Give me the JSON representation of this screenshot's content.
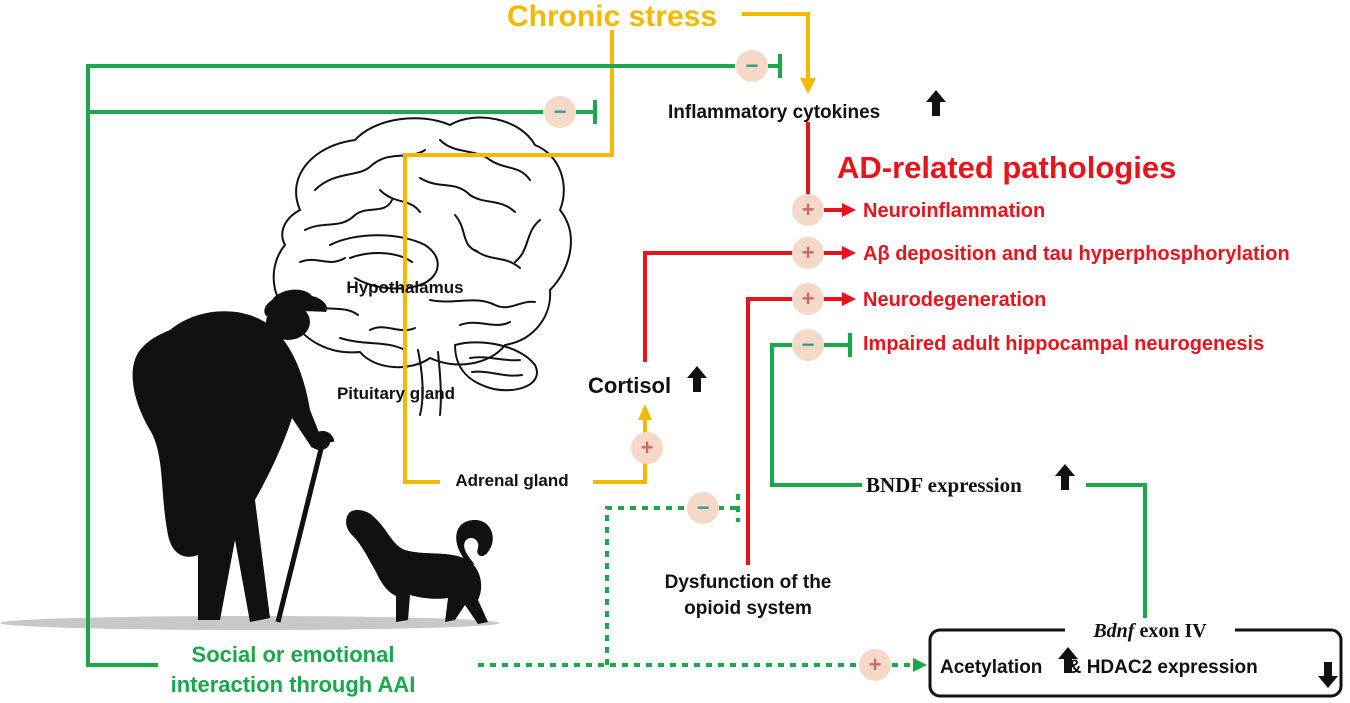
{
  "labels": {
    "chronic_stress": "Chronic stress",
    "inflammatory_cytokines": "Inflammatory cytokines",
    "ad_title": "AD-related pathologies",
    "neuroinflammation": "Neuroinflammation",
    "abeta_tau": "Aβ deposition and tau hyperphosphorylation",
    "neurodegeneration": "Neurodegeneration",
    "impaired_neurogenesis": "Impaired adult hippocampal neurogenesis",
    "hypothalamus": "Hypothalamus",
    "pituitary": "Pituitary  gland",
    "adrenal": "Adrenal  gland",
    "cortisol": "Cortisol",
    "bndf_expression": "BNDF expression",
    "opioid_line1": "Dysfunction of the",
    "opioid_line2": "opioid system",
    "bdnf_gene": "Bdnf",
    "bdnf_exon": " exon IV",
    "acetylation": "Acetylation",
    "hdac2": " & HDAC2 expression",
    "social_line1": "Social or emotional",
    "social_line2": "interaction through AAI"
  },
  "signs": {
    "plus": "+",
    "minus": "−"
  },
  "colors": {
    "stress_yellow": "#f5b800",
    "ad_red": "#e8141b",
    "aai_green": "#19a84a",
    "sign_circle": "#f4d9c8",
    "black": "#111111"
  }
}
